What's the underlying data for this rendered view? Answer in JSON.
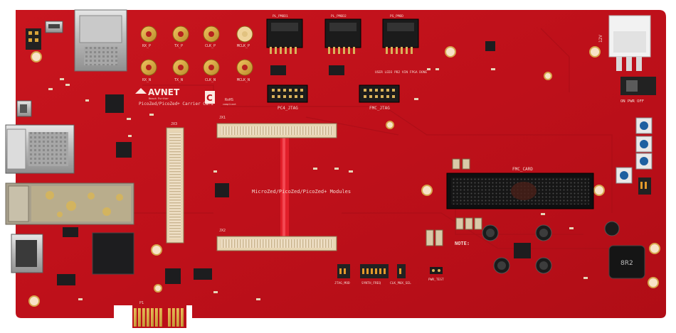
{
  "board": {
    "brand": "AVNET",
    "brand_tagline": "Reach Further",
    "title": "PicoZed/PicoZed+ Carrier Card",
    "modules_label": "MicroZed/PicoZed/PicoZed+ Modules",
    "rohs_label": "RoHS",
    "rohs_sub": "compliant",
    "cert_mark": "C"
  },
  "labels": {
    "pc4_jtag": "PC4_JTAG",
    "fmc_jtag": "FMC_JTAG",
    "fmc_card": "FMC_CARD",
    "power_12v": "12V",
    "on_pwr_off": "ON PWR OFF",
    "note": "NOTE:",
    "jtag_mode": "JTAG_MOD",
    "synth_freq": "SYNTH_FREQ",
    "clk_mux_sel": "CLK_MUX_SEL",
    "pwr_test": "PWR_TEST",
    "inductor": "8R2",
    "jx1": "JX1",
    "jx2": "JX2",
    "jx3": "JX3",
    "p1": "P1",
    "usr_button_row": "USER LED3 PB2 VIN FPGA DONE",
    "pmod_a": "PL_PMOD1",
    "pmod_b": "PL_PMOD2",
    "pmod_c": "PS_PMOD",
    "sma_labels": [
      "RX_P",
      "TX_P",
      "CLK_P",
      "MCLK_P",
      "RX_N",
      "TX_N",
      "CLK_N",
      "MCLK_N"
    ]
  },
  "colors": {
    "pcb": "#c1121b",
    "pcb_dark": "#a60d15",
    "silkscreen": "#f2d9d0",
    "gold": "#d9a43a",
    "connector_beige": "#efe0c7",
    "ic_black": "#1d1d1f"
  }
}
